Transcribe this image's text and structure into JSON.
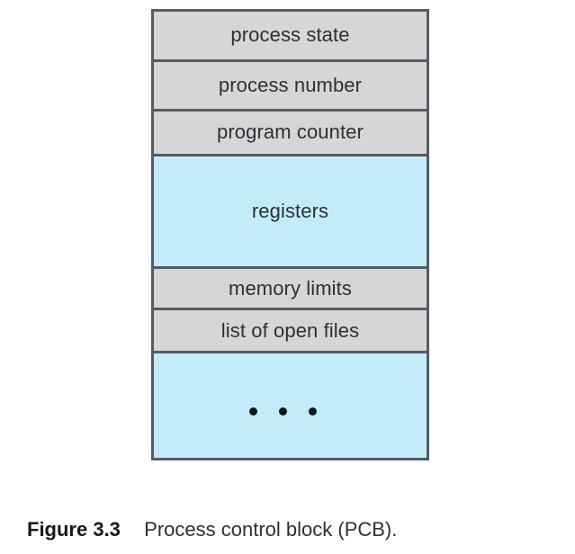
{
  "figure": {
    "caption_label": "Figure 3.3",
    "caption_text": "Process control block (PCB).",
    "colors": {
      "fill_gray": "#d6d6d6",
      "fill_blue": "#c3ecfb",
      "border": "#555a63",
      "text": "#2b3038",
      "dot": "#111418",
      "background": "#ffffff"
    }
  },
  "pcb": {
    "rows": [
      {
        "label": "process state",
        "fill": "gray",
        "type": "text"
      },
      {
        "label": "process number",
        "fill": "gray",
        "type": "text"
      },
      {
        "label": "program counter",
        "fill": "gray",
        "type": "text"
      },
      {
        "label": "registers",
        "fill": "blue",
        "type": "text"
      },
      {
        "label": "memory limits",
        "fill": "gray",
        "type": "text"
      },
      {
        "label": "list of open files",
        "fill": "gray",
        "type": "text"
      },
      {
        "label": "",
        "fill": "blue",
        "type": "ellipsis",
        "dot_count": 3,
        "icon": "ellipsis-dots-icon"
      }
    ]
  }
}
